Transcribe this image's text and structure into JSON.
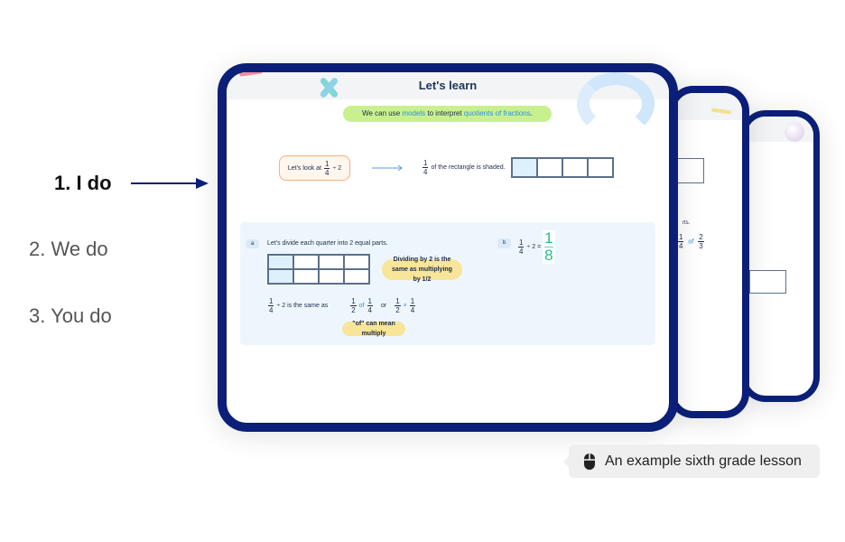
{
  "steps": [
    {
      "label": "1. I do",
      "active": true
    },
    {
      "label": "2. We do",
      "active": false
    },
    {
      "label": "3. You do",
      "active": false
    }
  ],
  "colors": {
    "frame": "#0b1f78",
    "accent": "#2f8fe0",
    "answer": "#1fbf8f",
    "pill_green": "#c9f08f",
    "pill_yellow": "#f7e59a"
  },
  "lesson": {
    "title": "Let's learn",
    "objective": {
      "pre": "We can use ",
      "models": "models",
      "mid": " to interpret ",
      "quotients": "quotients of fractions",
      "post": "."
    },
    "intro": {
      "label": "Let's look at",
      "num": "1",
      "den": "4",
      "op": "÷ 2",
      "shaded_num": "1",
      "shaded_den": "4",
      "shaded_text": "of the rectangle is shaded."
    },
    "part_a": {
      "badge": "a",
      "text": "Let's divide each quarter into 2 equal parts.",
      "tip": "Dividing by 2 is the same as multiplying by 1/2",
      "eq": {
        "n1": "1",
        "d1": "4",
        "t1": "÷ 2 is the same as",
        "n2": "1",
        "d2": "2",
        "of": "of",
        "n3": "1",
        "d3": "4",
        "or": "or",
        "n4": "1",
        "d4": "2",
        "times": "×",
        "n5": "1",
        "d5": "4"
      },
      "note": "\"of\" can mean multiply"
    },
    "part_b": {
      "badge": "b",
      "num": "1",
      "den": "4",
      "op": "÷ 2 =",
      "ans_num": "1",
      "ans_den": "8"
    }
  },
  "back_card": {
    "text": "rts.",
    "n1": "1",
    "d1": "4",
    "of": "of",
    "n2": "2",
    "d2": "3"
  },
  "caption": {
    "icon": "mouse-icon",
    "text": "An example sixth grade lesson"
  }
}
